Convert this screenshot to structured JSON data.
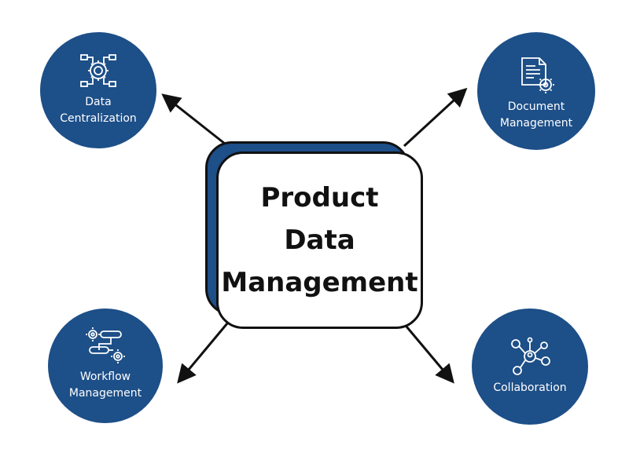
{
  "colors": {
    "node_fill": "#1d4f88",
    "box_border": "#111111",
    "arrow": "#111111"
  },
  "center": {
    "title": "Product\nData\nManagement"
  },
  "nodes": {
    "data_centralization": {
      "label_line1": "Data",
      "label_line2": "Centralization",
      "icon": "network-gear-icon"
    },
    "document_management": {
      "label_line1": "Document",
      "label_line2": "Management",
      "icon": "document-gear-icon"
    },
    "workflow_management": {
      "label_line1": "Workflow",
      "label_line2": "Management",
      "icon": "workflow-gears-icon"
    },
    "collaboration": {
      "label": "Collaboration",
      "icon": "people-network-icon"
    }
  }
}
